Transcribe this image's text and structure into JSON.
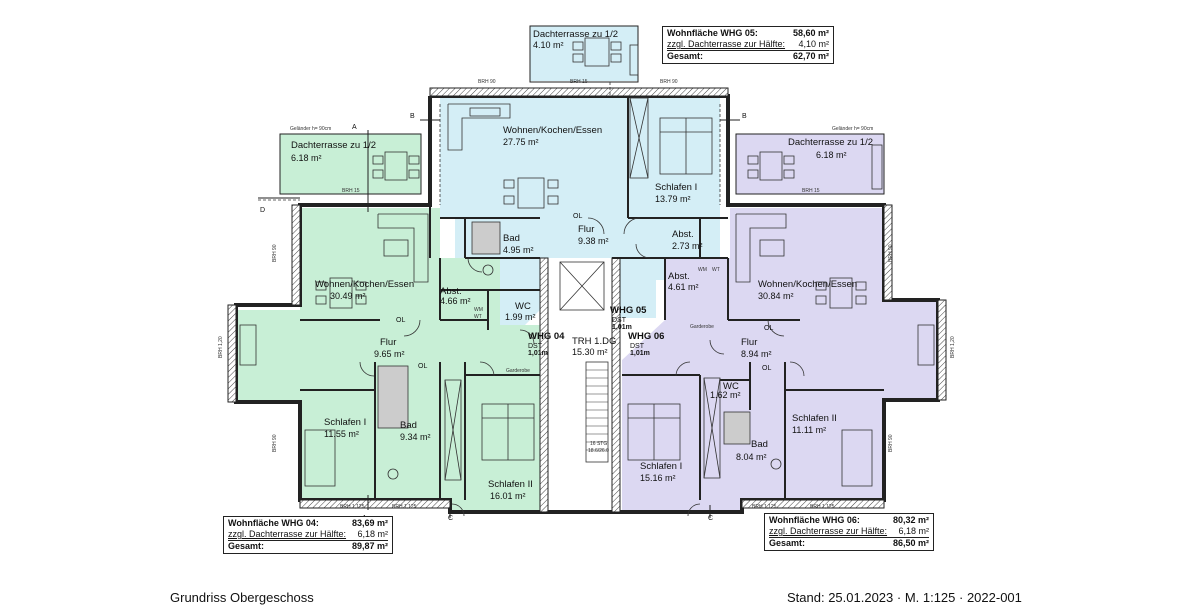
{
  "colors": {
    "wohnung04": "#c8efd6",
    "wohnung05": "#d4eef6",
    "wohnung06": "#dcd8f2",
    "wall": "#222222",
    "stair": "#ffffff"
  },
  "rooms": {
    "terrace05": {
      "name": "Dachterrasse zu 1/2",
      "area": "4.10 m²"
    },
    "terrace04": {
      "name": "Dachterrasse zu 1/2",
      "area": "6.18 m²"
    },
    "terrace06": {
      "name": "Dachterrasse zu 1/2",
      "area": "6.18 m²"
    },
    "wkc05": {
      "name": "Wohnen/Kochen/Essen",
      "area": "27.75 m²"
    },
    "schlafen05": {
      "name": "Schlafen I",
      "area": "13.79 m²"
    },
    "bad05": {
      "name": "Bad",
      "area": "4.95 m²"
    },
    "flur05": {
      "name": "Flur",
      "area": "9.38 m²"
    },
    "abst05": {
      "name": "Abst.",
      "area": "2.73 m²"
    },
    "wkc04": {
      "name": "Wohnen/Kochen/Essen",
      "area": "30.49 m²"
    },
    "abst04": {
      "name": "Abst.",
      "area": "4.66 m²"
    },
    "wc04": {
      "name": "WC",
      "area": "1.99 m²"
    },
    "flur04": {
      "name": "Flur",
      "area": "9.65 m²"
    },
    "schlafen04": {
      "name": "Schlafen I",
      "area": "11.55 m²"
    },
    "bad04": {
      "name": "Bad",
      "area": "9.34 m²"
    },
    "schlafen2_04": {
      "name": "Schlafen II",
      "area": "16.01 m²"
    },
    "trh": {
      "name": "TRH 1.DG",
      "area": "15.30 m²"
    },
    "abst06": {
      "name": "Abst.",
      "area": "4.61 m²"
    },
    "wkc06": {
      "name": "Wohnen/Kochen/Essen",
      "area": "30.84 m²"
    },
    "flur06": {
      "name": "Flur",
      "area": "8.94 m²"
    },
    "wc06": {
      "name": "WC",
      "area": "1.62 m²"
    },
    "schlafen2_06": {
      "name": "Schlafen II",
      "area": "11.11 m²"
    },
    "bad06": {
      "name": "Bad",
      "area": "8.04 m²"
    },
    "schlafen06": {
      "name": "Schlafen I",
      "area": "15.16 m²"
    }
  },
  "units": {
    "whg04": {
      "label": "WHG 04",
      "dst": "DST",
      "dst_value": "1,01m"
    },
    "whg05": {
      "label": "WHG 05",
      "dst": "DST",
      "dst_value": "1,01m"
    },
    "whg06": {
      "label": "WHG 06",
      "dst": "DST",
      "dst_value": "1,01m"
    }
  },
  "annotations": {
    "gelaender": "Geländer h= 90cm",
    "brh90": "BRH 90",
    "brh15": "BRH 15",
    "brh120": "BRH 1,20",
    "brh1125": "BRH 1,125",
    "garderobe": "Garderobe",
    "ol": "OL",
    "wm": "WM",
    "wt": "WT",
    "stair_steps": "16 STG",
    "stair_ratio": "18.6/26.0",
    "sec_a": "A",
    "sec_b": "B",
    "sec_c": "C",
    "sec_d": "D"
  },
  "summaries": {
    "whg05": {
      "title": "Wohnfläche WHG 05:",
      "title_value": "58,60 m²",
      "extra": "zzgl. Dachterrasse zur Hälfte:",
      "extra_value": "4,10 m²",
      "total": "Gesamt:",
      "total_value": "62,70 m²"
    },
    "whg04": {
      "title": "Wohnfläche WHG 04:",
      "title_value": "83,69 m²",
      "extra": "zzgl. Dachterrasse zur Hälfte:",
      "extra_value": "6,18 m²",
      "total": "Gesamt:",
      "total_value": "89,87 m²"
    },
    "whg06": {
      "title": "Wohnfläche WHG 06:",
      "title_value": "80,32 m²",
      "extra": "zzgl. Dachterrasse zur Hälfte:",
      "extra_value": "6,18 m²",
      "total": "Gesamt:",
      "total_value": "86,50 m²"
    }
  },
  "footer": {
    "left": "Grundriss Obergeschoss",
    "right": "Stand: 25.01.2023 · M. 1:125 · 2022-001"
  }
}
